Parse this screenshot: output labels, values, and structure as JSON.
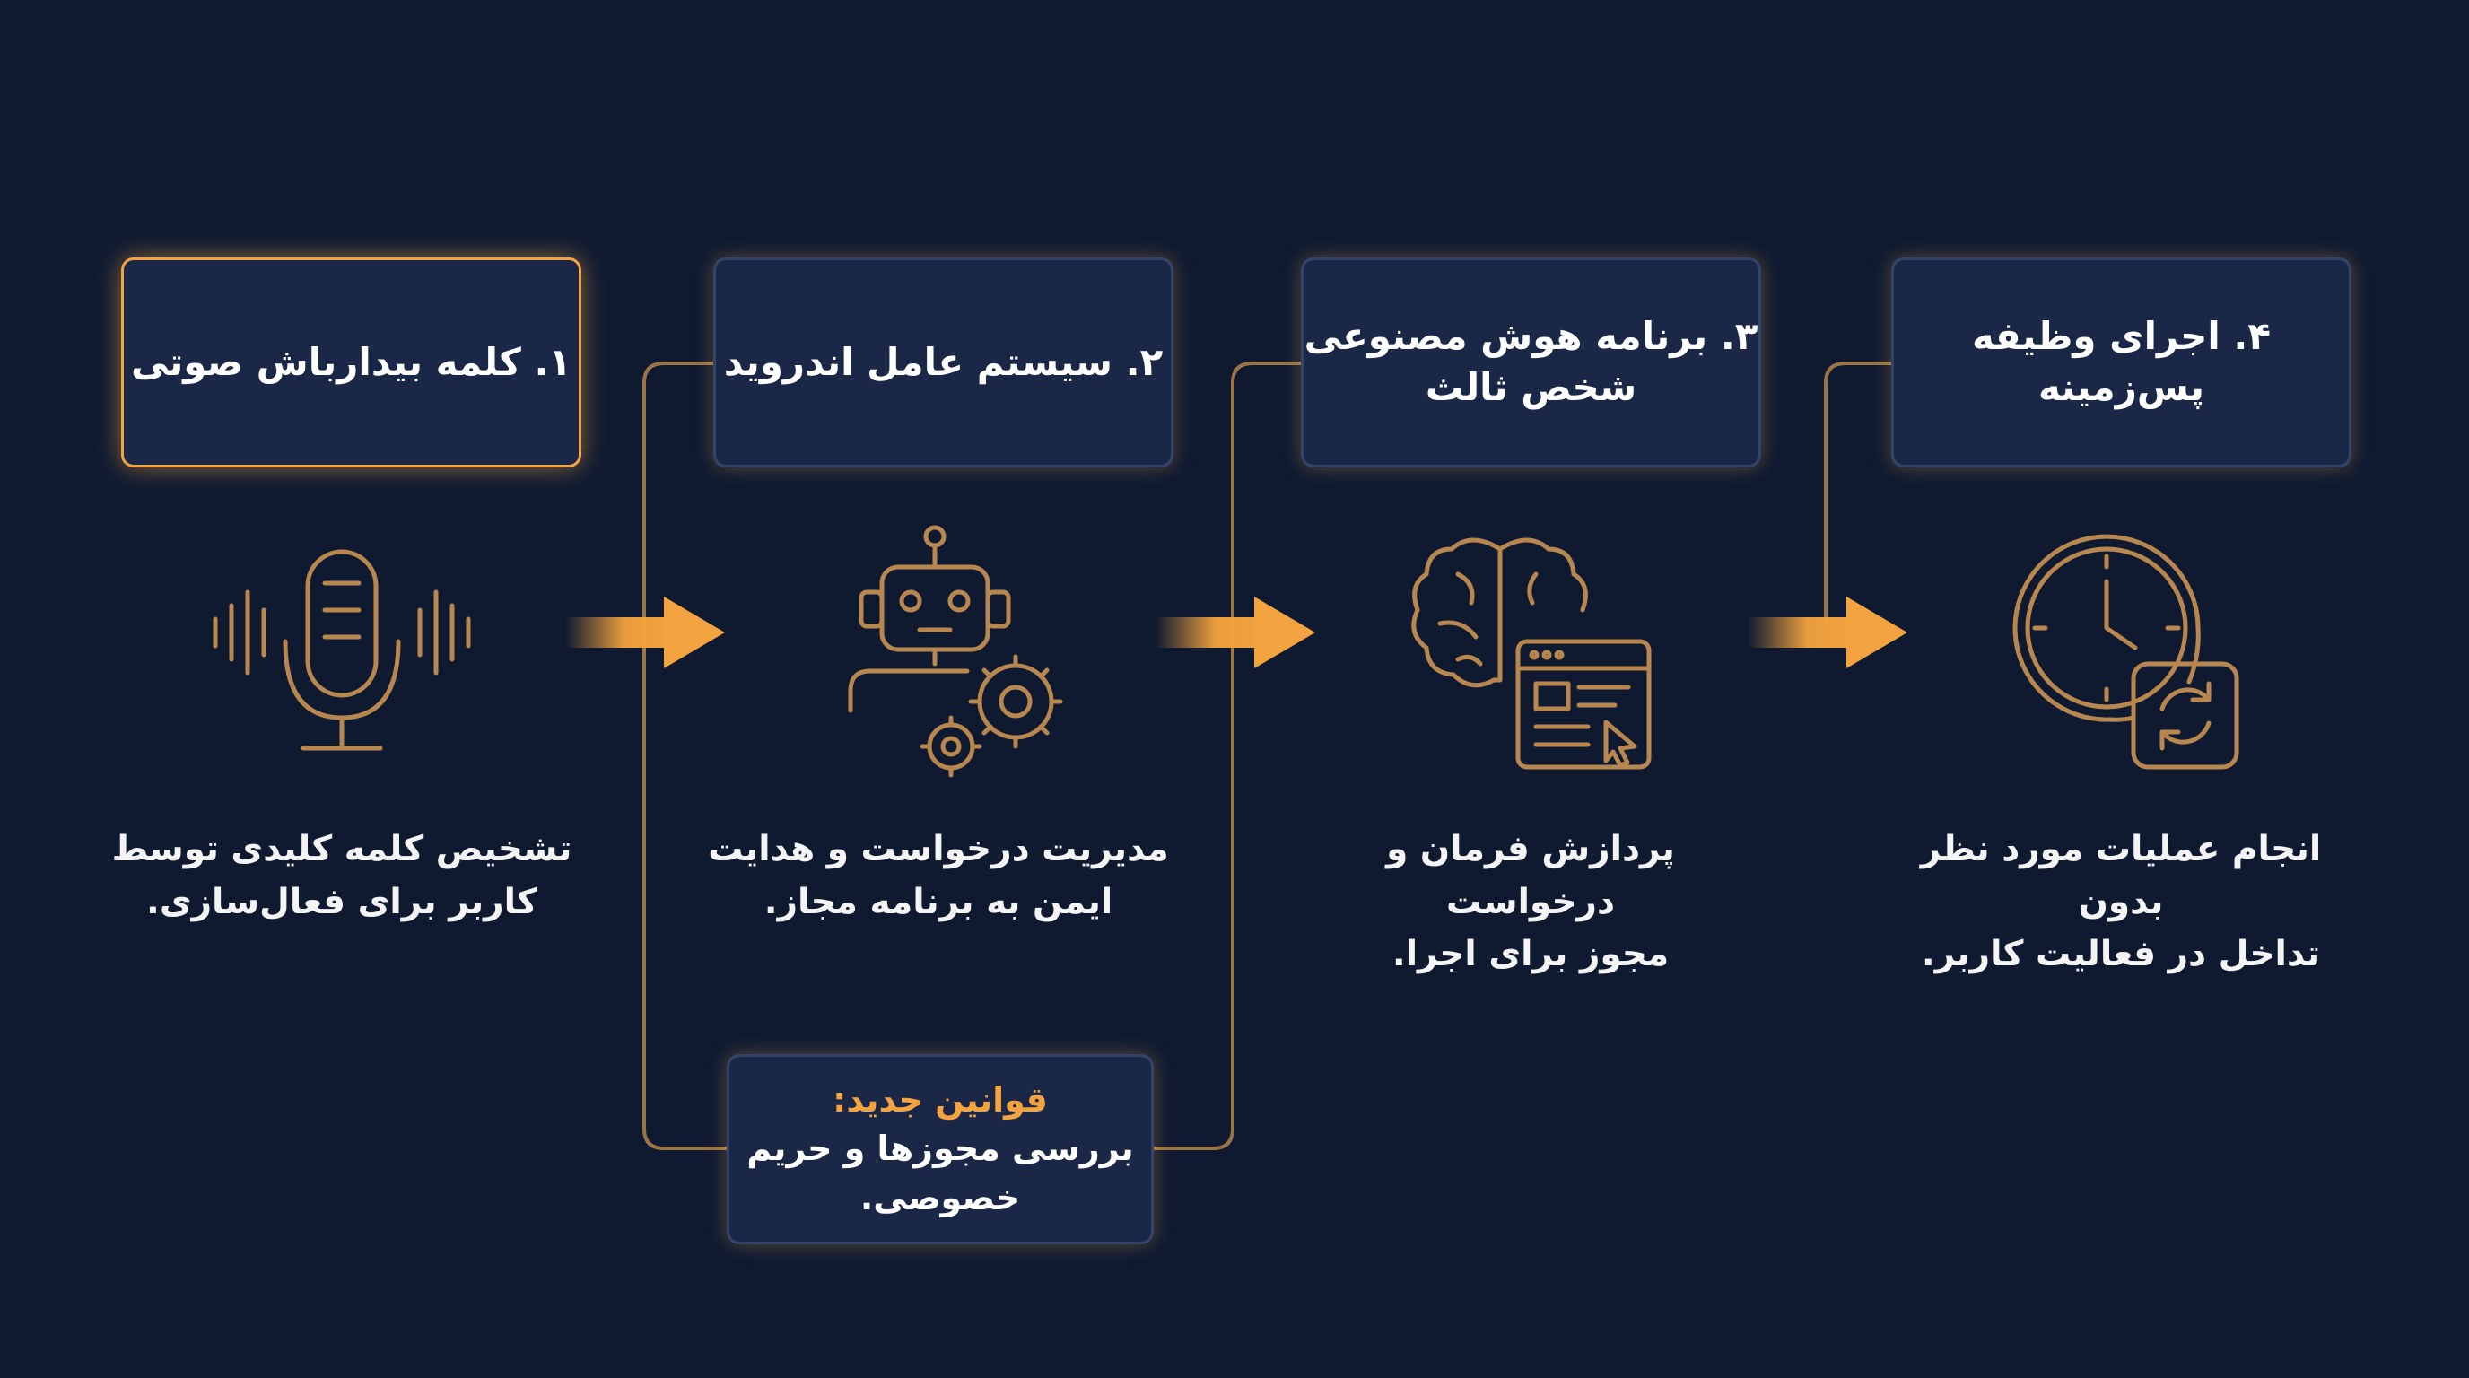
{
  "steps": [
    {
      "title": "۱. کلمه بیدارباش صوتی",
      "description": "تشخیص کلمه کلیدی توسط\nکاربر برای فعال‌سازی.",
      "icon": "microphone-icon"
    },
    {
      "title": "۲. سیستم عامل اندروید",
      "description": "مدیریت درخواست و هدایت\nایمن به برنامه مجاز.",
      "icon": "robot-gear-icon"
    },
    {
      "title": "۳. برنامه هوش مصنوعی\nشخص ثالث",
      "description": "پردازش فرمان و درخواست\nمجوز برای اجرا.",
      "icon": "brain-app-icon"
    },
    {
      "title": "۴. اجرای وظیفه\nپس‌زمینه",
      "description": "انجام عملیات مورد نظر بدون\nتداخل در فعالیت کاربر.",
      "icon": "clock-sync-icon"
    }
  ],
  "rules_box": {
    "title": "قوانین جدید:",
    "body": "بررسی مجوزها و حریم\nخصوصی."
  },
  "colors": {
    "background": "#0f1a31",
    "box_fill": "#1a2746",
    "box_border": "#33446a",
    "accent": "#f3a33f",
    "icon_stroke": "#b8874f",
    "connector": "#9a7446"
  }
}
